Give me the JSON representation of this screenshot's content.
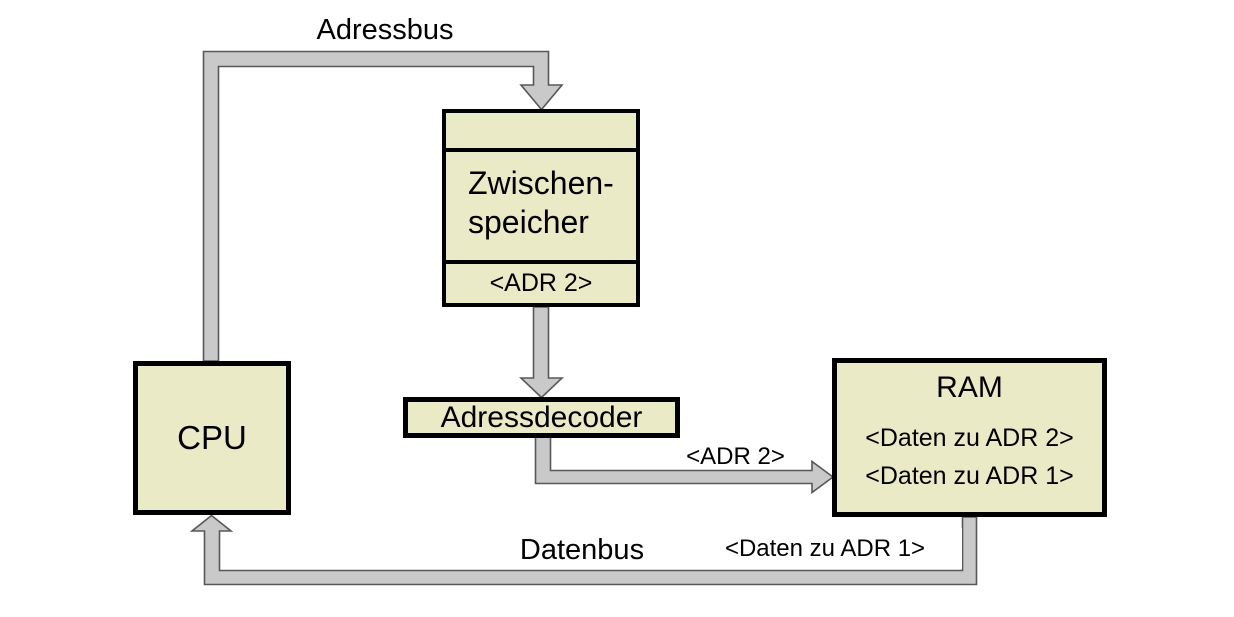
{
  "colors": {
    "box_fill": "#eaeac6",
    "box_border": "#000000",
    "bus_fill": "#c9c9c9",
    "bus_outline": "#58585a"
  },
  "buses": {
    "adressbus_label": "Adressbus",
    "datenbus_label": "Datenbus",
    "adr2_on_bus": "<ADR 2>",
    "daten_adr1_on_bus": "<Daten zu ADR 1>"
  },
  "nodes": {
    "cpu": {
      "label": "CPU"
    },
    "zwischenspeicher": {
      "line1": "Zwischen-",
      "line2": "speicher",
      "slot": "<ADR 2>"
    },
    "adressdecoder": {
      "label": "Adressdecoder"
    },
    "ram": {
      "label": "RAM",
      "row1": "<Daten zu ADR 2>",
      "row2": "<Daten zu ADR 1>"
    }
  }
}
